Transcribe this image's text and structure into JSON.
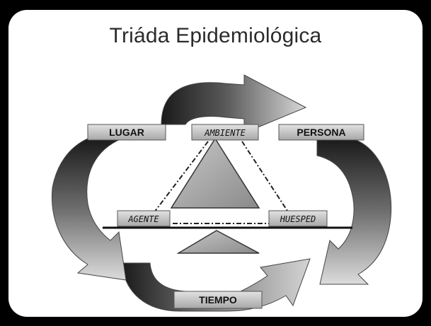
{
  "diagram": {
    "title": "Triáda Epidemiológica",
    "labels": {
      "lugar": "LUGAR",
      "ambiente": "AMBIENTE",
      "persona": "PERSONA",
      "agente": "AGENTE",
      "huesped": "HUESPED",
      "tiempo": "TIEMPO"
    }
  },
  "colors": {
    "background": "#000000",
    "slide": "#ffffff",
    "arrow_dark": "#1c1c1c",
    "arrow_light": "#b4b4b4",
    "triangle": "#a9a9a9",
    "label_box": "#c9c9c9"
  }
}
